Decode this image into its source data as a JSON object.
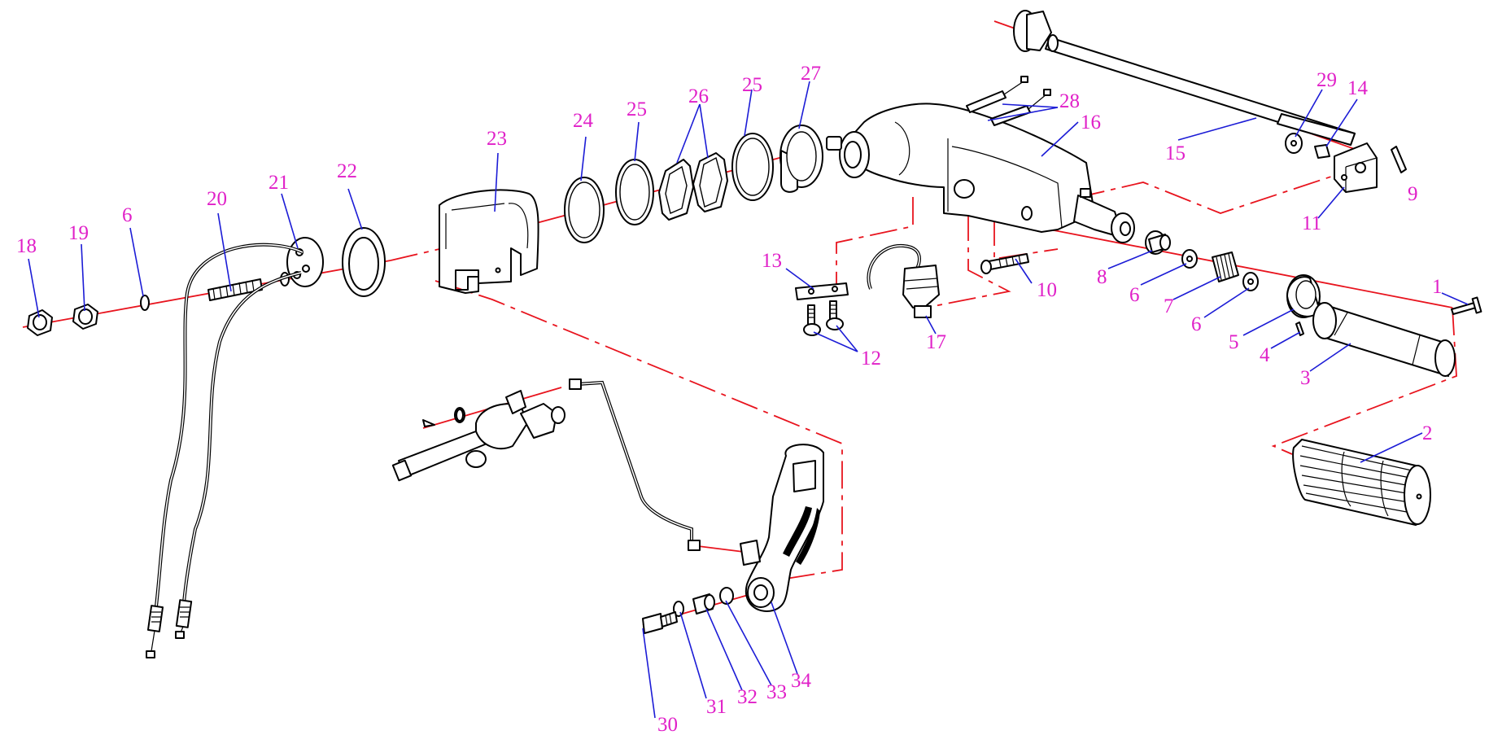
{
  "colors": {
    "label": "#e020c8",
    "leader": "#1c1cd6",
    "axis": "#e8141e",
    "line": "#000000",
    "background": "#ffffff"
  },
  "labels": {
    "p1": "1",
    "p2": "2",
    "p3": "3",
    "p4": "4",
    "p5": "5",
    "p6a": "6",
    "p6b": "6",
    "p6c": "6",
    "p7": "7",
    "p8": "8",
    "p9": "9",
    "p10": "10",
    "p11": "11",
    "p12": "12",
    "p13": "13",
    "p14": "14",
    "p15": "15",
    "p16": "16",
    "p17": "17",
    "p18": "18",
    "p19": "19",
    "p20": "20",
    "p21": "21",
    "p22": "22",
    "p23": "23",
    "p24": "24",
    "p25a": "25",
    "p25b": "25",
    "p26": "26",
    "p27": "27",
    "p28": "28",
    "p29": "29",
    "p30": "30",
    "p31": "31",
    "p32": "32",
    "p33": "33",
    "p34": "34"
  }
}
